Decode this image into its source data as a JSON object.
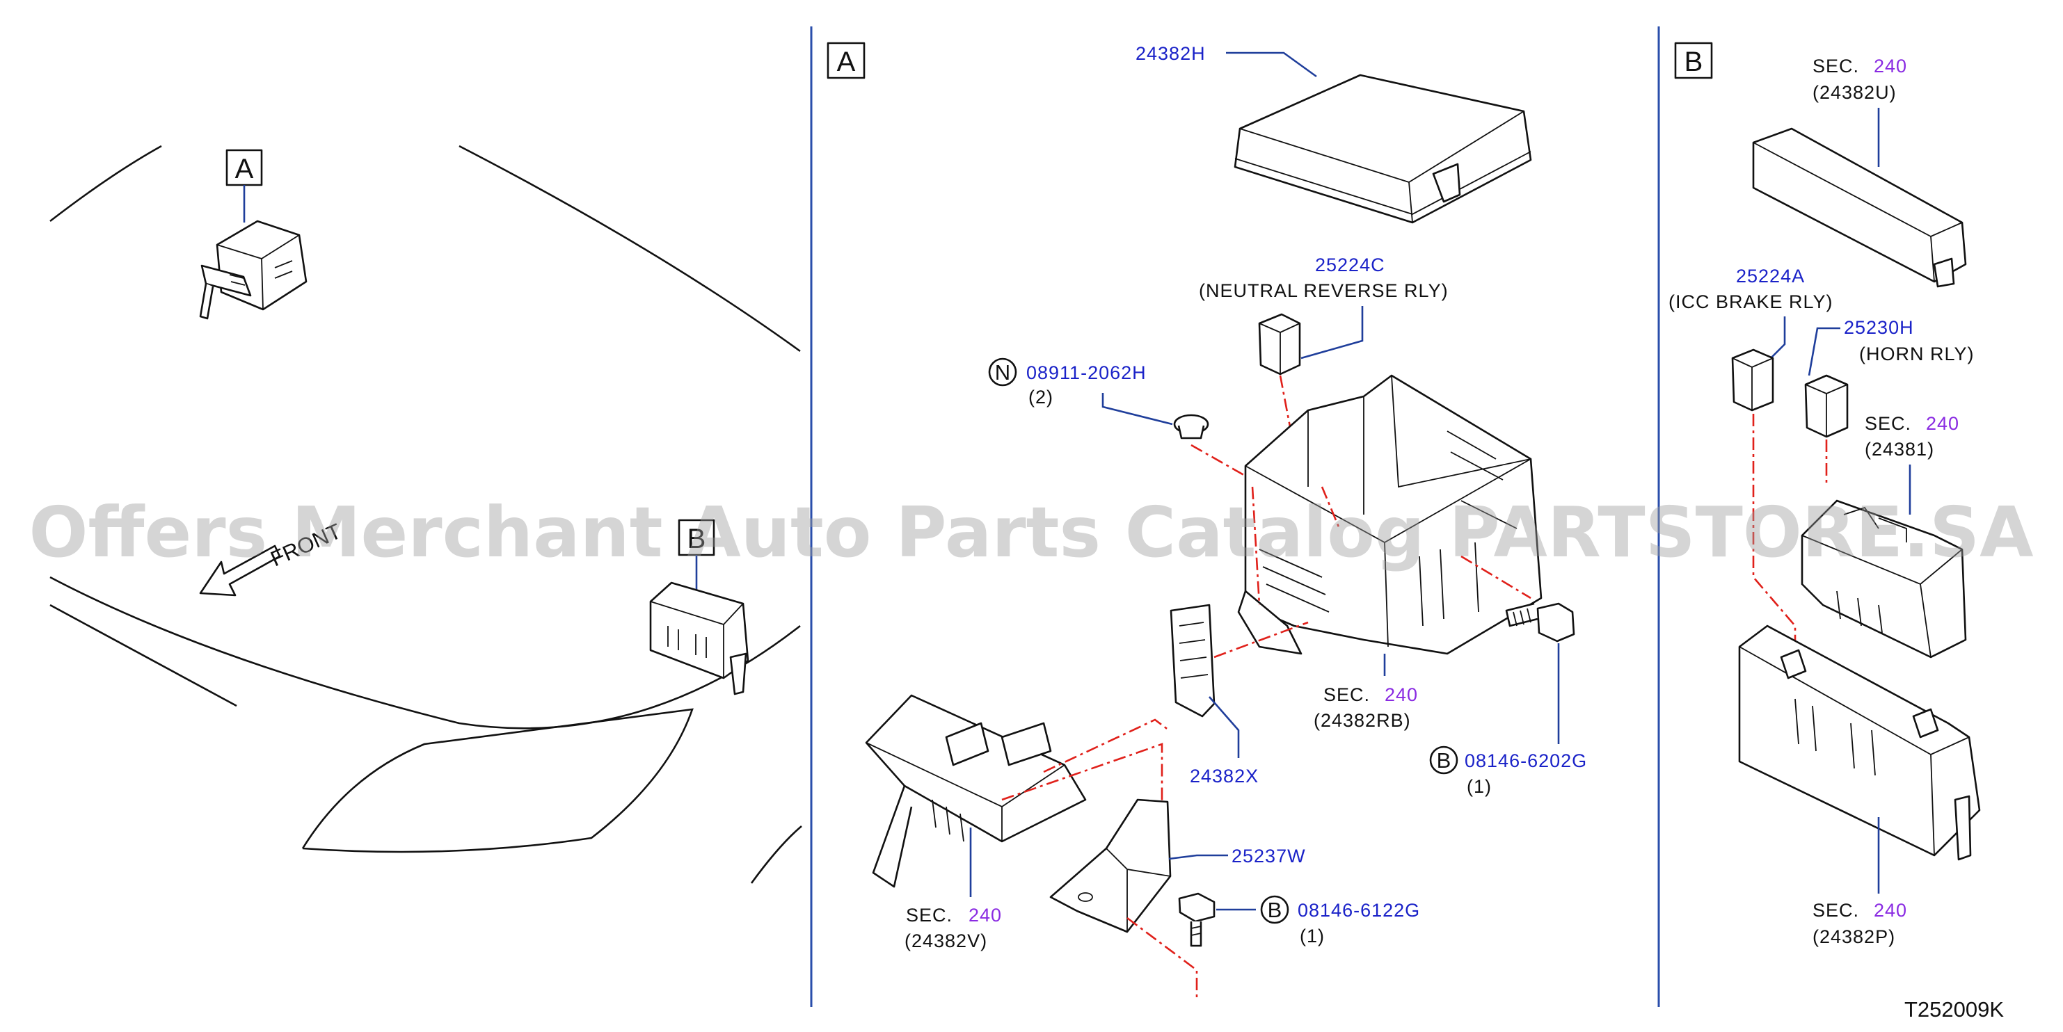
{
  "callouts": {
    "view_A": "A",
    "view_B": "B",
    "front": "FRONT"
  },
  "panel_A": {
    "label": "A",
    "parts": {
      "p24382H": "24382H",
      "p25224C": "25224C",
      "p25224C_desc": "(NEUTRAL REVERSE RLY)",
      "n_symbol": "N",
      "p08911": "08911-2062H",
      "p08911_qty": "(2)",
      "sec_rb_prefix": "SEC.",
      "sec_rb_num": "240",
      "sec_rb_ref": "(24382RB)",
      "b_symbol_1": "B",
      "p08146_6202G": "08146-6202G",
      "p08146_6202G_qty": "(1)",
      "p24382X": "24382X",
      "p25237W": "25237W",
      "b_symbol_2": "B",
      "p08146_6122G": "08146-6122G",
      "p08146_6122G_qty": "(1)",
      "sec_v_prefix": "SEC.",
      "sec_v_num": "240",
      "sec_v_ref": "(24382V)"
    }
  },
  "panel_B": {
    "label": "B",
    "parts": {
      "sec_u_prefix": "SEC.",
      "sec_u_num": "240",
      "sec_u_ref": "(24382U)",
      "p25224A": "25224A",
      "p25224A_desc": "(ICC BRAKE RLY)",
      "p25230H": "25230H",
      "p25230H_desc": "(HORN RLY)",
      "sec_381_prefix": "SEC.",
      "sec_381_num": "240",
      "sec_381_ref": "(24381)",
      "sec_p_prefix": "SEC.",
      "sec_p_num": "240",
      "sec_p_ref": "(24382P)"
    }
  },
  "diagram_code": "T252009K",
  "watermark": "Offers Merchant Auto Parts Catalog PARTSTORE.SA",
  "colors": {
    "part_number": "#1a22c8",
    "section_number": "#8a2be2",
    "leader": "#1f3e9b",
    "dash_line": "#e0201a",
    "divider": "#2a4eab"
  }
}
